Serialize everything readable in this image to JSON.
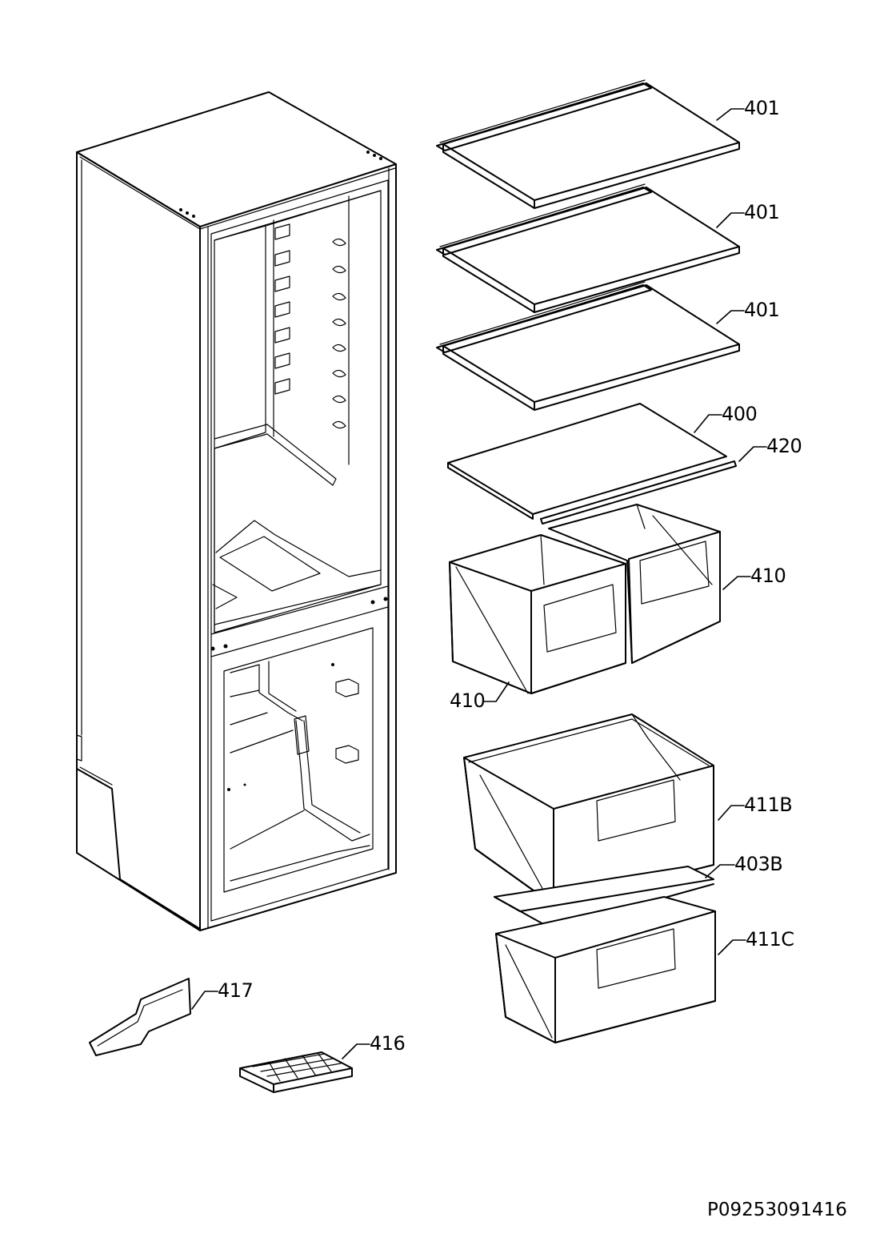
{
  "diagram": {
    "labels": {
      "shelf_top": "401",
      "shelf_middle": "401",
      "shelf_lower": "401",
      "glass_plate": "400",
      "glass_trim": "420",
      "crisper_right": "410",
      "crisper_left": "410",
      "freezer_drawer_upper": "411B",
      "freezer_glass": "403B",
      "freezer_drawer_lower": "411C",
      "ice_scraper": "417",
      "ice_tray": "416"
    },
    "document_code": "P09253091416"
  }
}
